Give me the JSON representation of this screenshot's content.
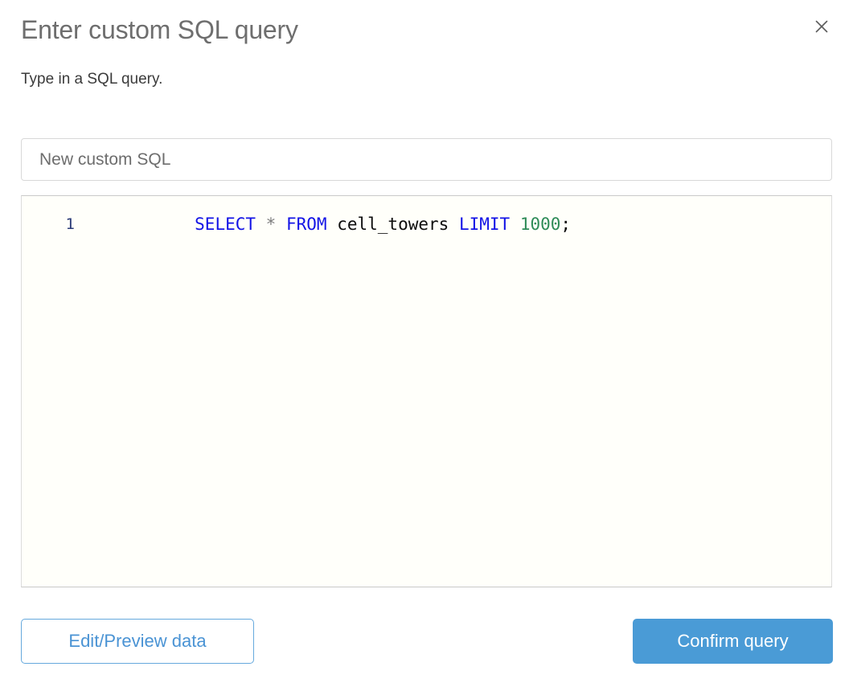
{
  "dialog": {
    "title": "Enter custom SQL query",
    "subtitle": "Type in a SQL query.",
    "close_icon": "close-icon"
  },
  "name_field": {
    "value": "",
    "placeholder": "New custom SQL"
  },
  "editor": {
    "line_number": "1",
    "query_text": "SELECT * FROM cell_towers LIMIT 1000;",
    "tokens": [
      {
        "text": "SELECT",
        "type": "keyword"
      },
      {
        "text": " ",
        "type": "plain"
      },
      {
        "text": "*",
        "type": "operator"
      },
      {
        "text": " ",
        "type": "plain"
      },
      {
        "text": "FROM",
        "type": "keyword"
      },
      {
        "text": " ",
        "type": "plain"
      },
      {
        "text": "cell_towers",
        "type": "identifier"
      },
      {
        "text": " ",
        "type": "plain"
      },
      {
        "text": "LIMIT",
        "type": "keyword"
      },
      {
        "text": " ",
        "type": "plain"
      },
      {
        "text": "1000",
        "type": "number"
      },
      {
        "text": ";",
        "type": "punctuation"
      }
    ],
    "colors": {
      "keyword": "#1313e6",
      "operator": "#7d7d7d",
      "identifier": "#0d0d0d",
      "number": "#2e8b57",
      "punctuation": "#0d0d0d",
      "gutter": "#2b3b77",
      "background": "#fffffa"
    }
  },
  "footer": {
    "secondary_label": "Edit/Preview data",
    "primary_label": "Confirm query",
    "primary_color": "#4a9bd6",
    "secondary_text_color": "#4a93d4"
  }
}
